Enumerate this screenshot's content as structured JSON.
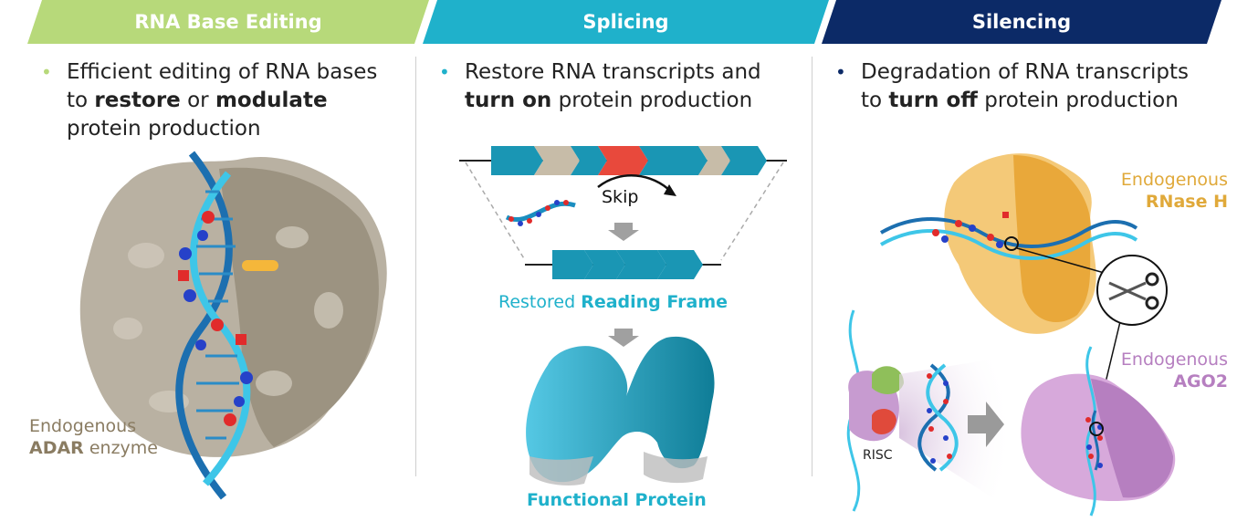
{
  "sections": [
    {
      "title": "RNA Base Editing",
      "text": [
        "Efficient editing of RNA bases",
        "to ",
        "restore",
        " or ",
        "modulate",
        "protein production"
      ]
    },
    {
      "title": "Splicing",
      "text": [
        "Restore RNA transcripts and",
        "turn on",
        " protein production"
      ]
    },
    {
      "title": "Silencing",
      "text": [
        "Degradation of RNA transcripts",
        "to ",
        "turn off",
        " protein production"
      ]
    }
  ],
  "labels": {
    "adar_line1": "Endogenous",
    "adar_line2": "ADAR",
    "adar_line2_rest": " enzyme",
    "skip": "Skip",
    "restored1": "Restored ",
    "restored2": "Reading Frame",
    "functional": "Functional Protein",
    "rnaseh_line1": "Endogenous",
    "rnaseh_line2": "RNase H",
    "ago2_line1": "Endogenous",
    "ago2_line2": "AGO2",
    "risc": "RISC"
  },
  "colors": {
    "green": "#b7d97a",
    "cyan": "#1fb1cb",
    "navy": "#0c2a67",
    "adar_tan": "#8a7c62",
    "rnase_orange": "#e0a93a",
    "ago2_purple": "#b67fc0"
  }
}
